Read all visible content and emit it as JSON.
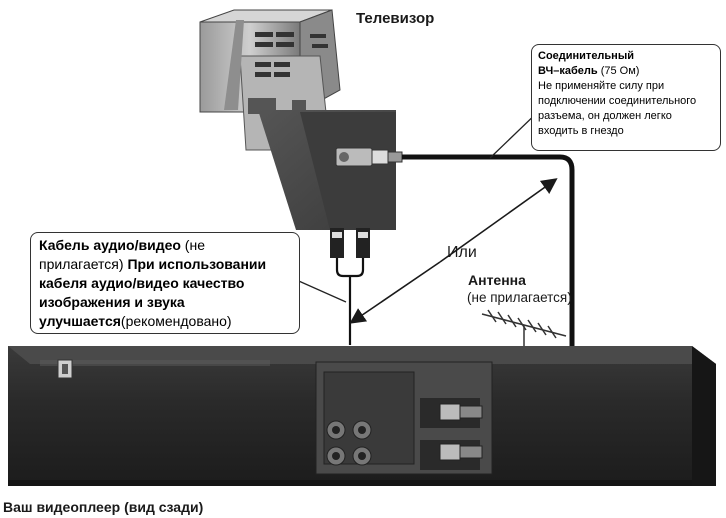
{
  "tv": {
    "label": "Телевизор"
  },
  "rf_callout": {
    "title_line1": "Соединительный",
    "title_line2": "ВЧ–кабель",
    "impedance": " (75 Ом)",
    "note_lines": [
      "Не применяйте силу при",
      "подключении соединительного",
      "разъема, он должен легко",
      "входить в гнездо"
    ]
  },
  "av_callout": {
    "line1_bold": "Кабель аудио/видео",
    "line1_rest": " (не",
    "line2_rest": "прилагается) ",
    "line2_bold": "При использовании",
    "line3": "кабеля аудио/видео качество",
    "line4": "изображения и звука",
    "line5_bold": "улучшается",
    "line5_rest": "(рекомендовано)"
  },
  "or_label": "Или",
  "antenna": {
    "label": "Антенна",
    "note": "(не прилагается)"
  },
  "vcr": {
    "label": "Ваш видеоплеер (вид сзади)"
  },
  "colors": {
    "ink": "#1a1a1a",
    "device_dark": "#2b2b2b",
    "device_mid": "#6a6a6a",
    "cable": "#111111"
  }
}
